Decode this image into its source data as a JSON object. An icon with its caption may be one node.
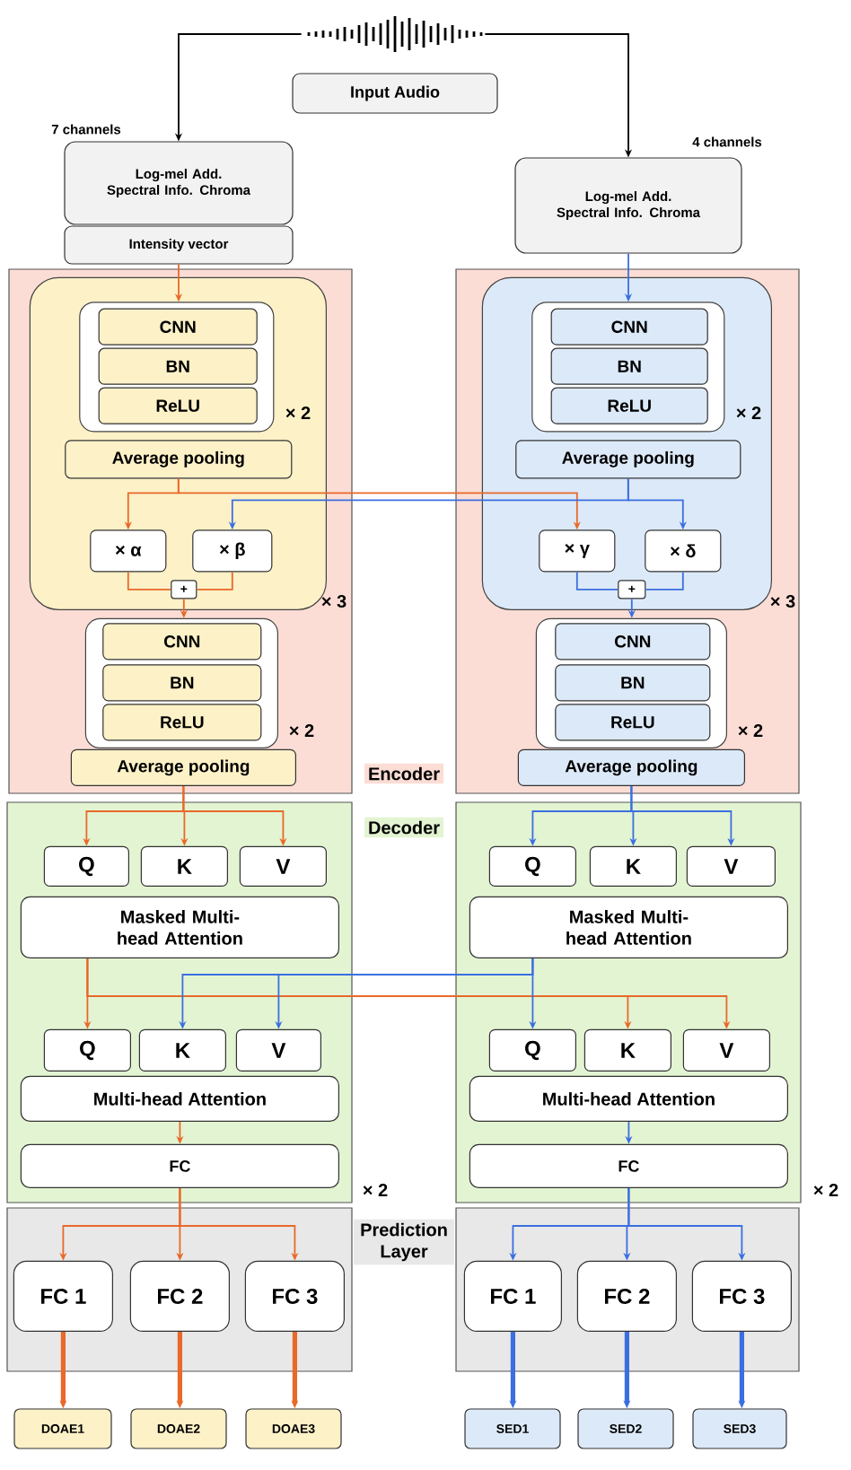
{
  "diagram": {
    "nodes": [
      {
        "text": [],
        "shape": "waveform"
      },
      {
        "text": [
          "Input Audio"
        ]
      },
      {
        "text": [
          "Log-mel Add. Spectral Info. Chroma"
        ],
        "beside": [
          "7 channels"
        ]
      },
      {
        "text": [
          "Intensity vector"
        ]
      },
      {
        "text": [
          "Log-mel Add. Spectral Info. Chroma"
        ],
        "beside": [
          "4 channels"
        ]
      },
      {
        "text": [],
        "shape": "box"
      },
      {
        "text": [],
        "shape": "box",
        "in": 5
      },
      {
        "text": [],
        "shape": "box",
        "in": 6
      },
      {
        "text": [
          "CNN"
        ],
        "in": 7
      },
      {
        "text": [
          "BN"
        ],
        "in": 7
      },
      {
        "text": [
          "ReLU"
        ],
        "in": 7
      },
      {
        "text": [
          "Average pooling"
        ],
        "in": 6
      },
      {
        "text": [
          "× α"
        ],
        "in": 6
      },
      {
        "text": [
          "× β"
        ],
        "in": 6
      },
      {
        "text": [
          "+"
        ],
        "in": 6
      },
      {
        "text": [],
        "shape": "box",
        "in": 5
      },
      {
        "text": [
          "CNN"
        ],
        "in": 15
      },
      {
        "text": [
          "BN"
        ],
        "in": 15
      },
      {
        "text": [
          "ReLU"
        ],
        "in": 15
      },
      {
        "text": [
          "Average pooling"
        ],
        "in": 5
      },
      {
        "text": [],
        "shape": "box"
      },
      {
        "text": [],
        "shape": "box",
        "in": 20
      },
      {
        "text": [],
        "shape": "box",
        "in": 21
      },
      {
        "text": [
          "CNN"
        ],
        "in": 22
      },
      {
        "text": [
          "BN"
        ],
        "in": 22
      },
      {
        "text": [
          "ReLU"
        ],
        "in": 22
      },
      {
        "text": [
          "Average pooling"
        ],
        "in": 21
      },
      {
        "text": [
          "× γ"
        ],
        "in": 21
      },
      {
        "text": [
          "× δ"
        ],
        "in": 21
      },
      {
        "text": [
          "+"
        ],
        "in": 21
      },
      {
        "text": [],
        "shape": "box",
        "in": 20
      },
      {
        "text": [
          "CNN"
        ],
        "in": 30
      },
      {
        "text": [
          "BN"
        ],
        "in": 30
      },
      {
        "text": [
          "ReLU"
        ],
        "in": 30
      },
      {
        "text": [
          "Average pooling"
        ],
        "in": 20
      },
      {
        "text": [],
        "shape": "box"
      },
      {
        "text": [
          "Q"
        ],
        "in": 35
      },
      {
        "text": [
          "K"
        ],
        "in": 35
      },
      {
        "text": [
          "V"
        ],
        "in": 35
      },
      {
        "text": [
          "Masked Multi-head Attention"
        ],
        "in": 35
      },
      {
        "text": [
          "Q"
        ],
        "in": 35
      },
      {
        "text": [
          "K"
        ],
        "in": 35
      },
      {
        "text": [
          "V"
        ],
        "in": 35
      },
      {
        "text": [
          "Multi-head Attention"
        ],
        "in": 35
      },
      {
        "text": [
          "FC"
        ],
        "in": 35
      },
      {
        "text": [],
        "shape": "box"
      },
      {
        "text": [
          "Q"
        ],
        "in": 45
      },
      {
        "text": [
          "K"
        ],
        "in": 45
      },
      {
        "text": [
          "V"
        ],
        "in": 45
      },
      {
        "text": [
          "Masked Multi-head Attention"
        ],
        "in": 45
      },
      {
        "text": [
          "Q"
        ],
        "in": 45
      },
      {
        "text": [
          "K"
        ],
        "in": 45
      },
      {
        "text": [
          "V"
        ],
        "in": 45
      },
      {
        "text": [
          "Multi-head Attention"
        ],
        "in": 45
      },
      {
        "text": [
          "FC"
        ],
        "in": 45
      },
      {
        "text": [],
        "shape": "box"
      },
      {
        "text": [
          "FC 1"
        ],
        "in": 55
      },
      {
        "text": [
          "FC 2"
        ],
        "in": 55
      },
      {
        "text": [
          "FC 3"
        ],
        "in": 55
      },
      {
        "text": [],
        "shape": "box"
      },
      {
        "text": [
          "FC 1"
        ],
        "in": 59
      },
      {
        "text": [
          "FC 2"
        ],
        "in": 59
      },
      {
        "text": [
          "FC 3"
        ],
        "in": 59
      },
      {
        "text": [
          "DOAE1"
        ]
      },
      {
        "text": [
          "DOAE2"
        ]
      },
      {
        "text": [
          "DOAE3"
        ]
      },
      {
        "text": [
          "SED1"
        ]
      },
      {
        "text": [
          "SED2"
        ]
      },
      {
        "text": [
          "SED3"
        ]
      }
    ],
    "edges": [
      {
        "from": 0,
        "to": 2,
        "arrow": "to",
        "color": "#000000"
      },
      {
        "from": 0,
        "to": 4,
        "arrow": "to",
        "color": "#000000"
      },
      {
        "from": 3,
        "to": 7,
        "arrow": "to",
        "color": "#e8692a"
      },
      {
        "from": 4,
        "to": 22,
        "arrow": "to",
        "color": "#3b6fe0"
      },
      {
        "from": 11,
        "to": 12,
        "arrow": "to",
        "color": "#e8692a"
      },
      {
        "from": 11,
        "to": 27,
        "arrow": "to",
        "color": "#e8692a"
      },
      {
        "from": 26,
        "to": 28,
        "arrow": "to",
        "color": "#3b6fe0"
      },
      {
        "from": 26,
        "to": 13,
        "arrow": "to",
        "color": "#3b6fe0"
      },
      {
        "from": 12,
        "to": 14,
        "arrow": "none",
        "color": "#e8692a"
      },
      {
        "from": 13,
        "to": 14,
        "arrow": "none",
        "color": "#e8692a"
      },
      {
        "from": 14,
        "to": 15,
        "arrow": "to",
        "color": "#e8692a"
      },
      {
        "from": 27,
        "to": 29,
        "arrow": "none",
        "color": "#3b6fe0"
      },
      {
        "from": 28,
        "to": 29,
        "arrow": "none",
        "color": "#3b6fe0"
      },
      {
        "from": 29,
        "to": 30,
        "arrow": "to",
        "color": "#3b6fe0"
      },
      {
        "from": 19,
        "to": 36,
        "arrow": "to",
        "color": "#e8692a"
      },
      {
        "from": 19,
        "to": 37,
        "arrow": "to",
        "color": "#e8692a"
      },
      {
        "from": 19,
        "to": 38,
        "arrow": "to",
        "color": "#e8692a"
      },
      {
        "from": 34,
        "to": 46,
        "arrow": "to",
        "color": "#3b6fe0"
      },
      {
        "from": 34,
        "to": 47,
        "arrow": "to",
        "color": "#3b6fe0"
      },
      {
        "from": 34,
        "to": 48,
        "arrow": "to",
        "color": "#3b6fe0"
      },
      {
        "from": 39,
        "to": 40,
        "arrow": "to",
        "color": "#e8692a"
      },
      {
        "from": 39,
        "to": 51,
        "arrow": "to",
        "color": "#e8692a"
      },
      {
        "from": 39,
        "to": 52,
        "arrow": "to",
        "color": "#e8692a"
      },
      {
        "from": 49,
        "to": 50,
        "arrow": "to",
        "color": "#3b6fe0"
      },
      {
        "from": 49,
        "to": 41,
        "arrow": "to",
        "color": "#3b6fe0"
      },
      {
        "from": 49,
        "to": 42,
        "arrow": "to",
        "color": "#3b6fe0"
      },
      {
        "from": 43,
        "to": 44,
        "arrow": "to",
        "color": "#e8692a"
      },
      {
        "from": 53,
        "to": 54,
        "arrow": "to",
        "color": "#3b6fe0"
      },
      {
        "from": 44,
        "to": 56,
        "arrow": "to",
        "color": "#e8692a"
      },
      {
        "from": 44,
        "to": 57,
        "arrow": "to",
        "color": "#e8692a"
      },
      {
        "from": 44,
        "to": 58,
        "arrow": "to",
        "color": "#e8692a"
      },
      {
        "from": 54,
        "to": 60,
        "arrow": "to",
        "color": "#3b6fe0"
      },
      {
        "from": 54,
        "to": 61,
        "arrow": "to",
        "color": "#3b6fe0"
      },
      {
        "from": 54,
        "to": 62,
        "arrow": "to",
        "color": "#3b6fe0"
      },
      {
        "from": 56,
        "to": 63,
        "arrow": "to",
        "style": "thick",
        "color": "#e8692a"
      },
      {
        "from": 57,
        "to": 64,
        "arrow": "to",
        "style": "thick",
        "color": "#e8692a"
      },
      {
        "from": 58,
        "to": 65,
        "arrow": "to",
        "style": "thick",
        "color": "#e8692a"
      },
      {
        "from": 60,
        "to": 66,
        "arrow": "to",
        "style": "thick",
        "color": "#3b6fe0"
      },
      {
        "from": 61,
        "to": 67,
        "arrow": "to",
        "style": "thick",
        "color": "#3b6fe0"
      },
      {
        "from": 62,
        "to": 68,
        "arrow": "to",
        "style": "thick",
        "color": "#3b6fe0"
      }
    ],
    "labels": [
      "× 2",
      "× 2",
      "× 3",
      "× 3",
      "× 2",
      "× 2",
      "Encoder",
      "Decoder",
      "× 2",
      "× 2",
      "Prediction Layer"
    ]
  }
}
